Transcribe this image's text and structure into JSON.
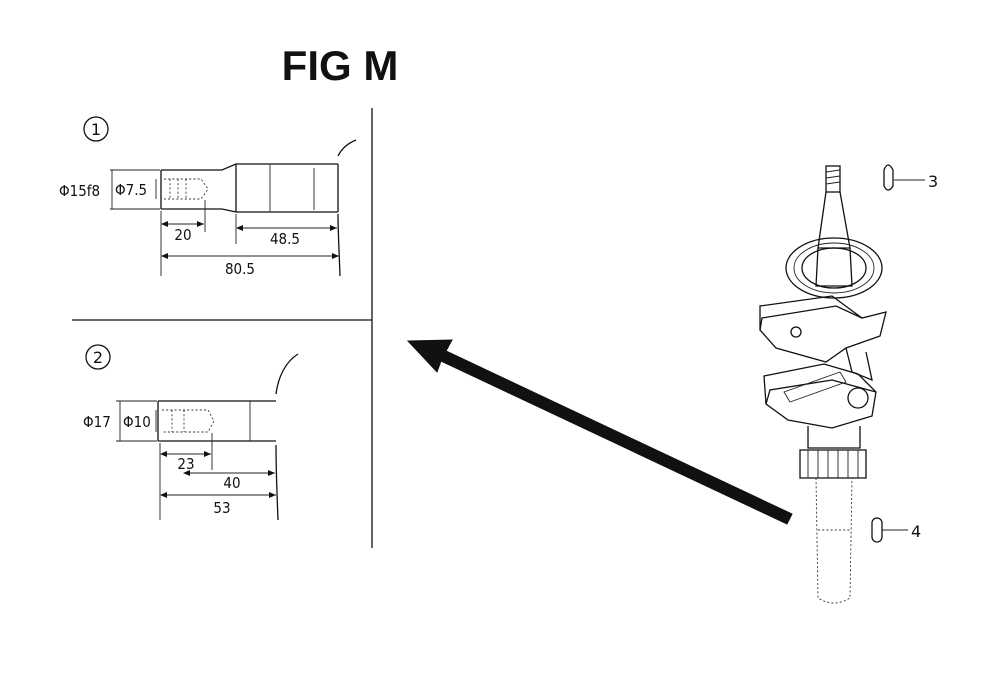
{
  "figure": {
    "title": "FIG M"
  },
  "detail_1": {
    "number": "1",
    "dia_outer": "Φ15f8",
    "dia_inner": "Φ7.5",
    "len_hole": "20",
    "len_shoulder": "48.5",
    "len_total": "80.5"
  },
  "detail_2": {
    "number": "2",
    "dia_outer": "Φ17",
    "dia_inner": "Φ10",
    "len_hole": "23",
    "len_shoulder": "40",
    "len_total": "53"
  },
  "callouts": [
    {
      "label": "3"
    },
    {
      "label": "4"
    }
  ]
}
